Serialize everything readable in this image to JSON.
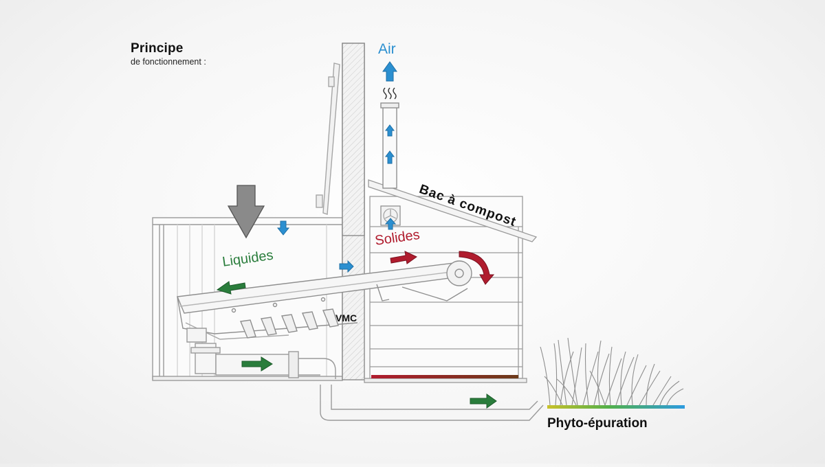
{
  "header": {
    "title": "Principe",
    "subtitle": "de fonctionnement :"
  },
  "labels": {
    "air": "Air",
    "solides": "Solides",
    "liquides": "Liquides",
    "vmc": "VMC",
    "bac_compost": "Bac à compost",
    "phyto": "Phyto-épuration"
  },
  "colors": {
    "air": "#2b8fd0",
    "solides": "#b01c2e",
    "liquides": "#2a7d3c",
    "input_arrow": "#8a8a8a",
    "line": "#9a9a9a"
  },
  "icons": [
    "heat-waves-icon",
    "ventilation-fan-icon"
  ]
}
